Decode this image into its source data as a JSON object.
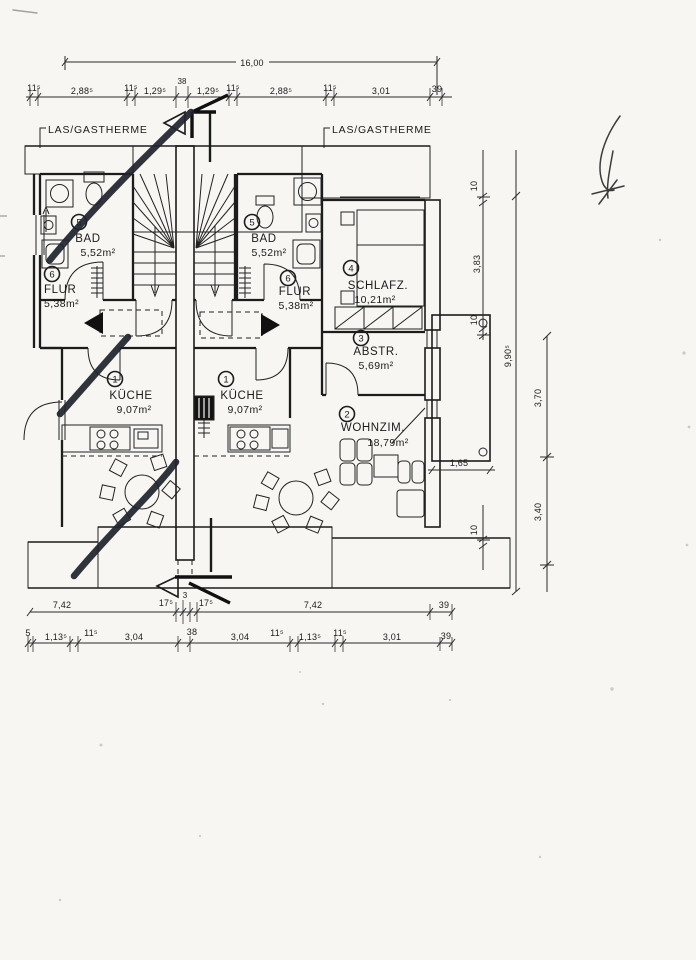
{
  "document": {
    "kind": "floor-plan scan",
    "sheet_color": "#f7f6f2",
    "ink_color": "#1c1c1c",
    "pen_annotation_color": "#20222e"
  },
  "heating_labels": {
    "left": "LAS/GASTHERME",
    "right": "LAS/GASTHERME"
  },
  "rooms": {
    "kueche_left": {
      "num": "1",
      "name": "KÜCHE",
      "area": "9,07m²"
    },
    "kueche_right": {
      "num": "1",
      "name": "KÜCHE",
      "area": "9,07m²"
    },
    "wohnzimmer": {
      "num": "2",
      "name": "WOHNZIM.",
      "area": "18,79m²"
    },
    "abstellraum": {
      "num": "3",
      "name": "ABSTR.",
      "area": "5,69m²"
    },
    "schlafzimmer": {
      "num": "4",
      "name": "SCHLAFZ.",
      "area": "10,21m²"
    },
    "bad_left": {
      "num": "5",
      "name": "BAD",
      "area": "5,52m²"
    },
    "bad_right": {
      "num": "5",
      "name": "BAD",
      "area": "5,52m²"
    },
    "flur_left": {
      "num": "6",
      "name": "FLUR",
      "area": "5,38m²"
    },
    "flur_right": {
      "num": "6",
      "name": "FLUR",
      "area": "5,38m²"
    }
  },
  "dimensions": {
    "top_total": "16,00",
    "top_chain": [
      "11⁵",
      "2,88⁵",
      "11⁵",
      "1,29⁵",
      "38",
      "1,29⁵",
      "11⁵",
      "2,88⁵",
      "11⁵",
      "3,01",
      "39"
    ],
    "bottom_chain_upper": [
      "7,42",
      "17⁵",
      "3",
      "17⁵",
      "7,42",
      "39"
    ],
    "bottom_chain_lower": [
      "5",
      "1,13⁵",
      "11⁵",
      "3,04",
      "38",
      "3,04",
      "11⁵",
      "1,13⁵",
      "11⁵",
      "3,01",
      "39"
    ],
    "right_inner": [
      "10",
      "3,83",
      "10",
      "10"
    ],
    "right_overall": "9,90⁵",
    "right_outer": [
      "3,70",
      "3,40"
    ],
    "balcony_width": "1,65"
  }
}
